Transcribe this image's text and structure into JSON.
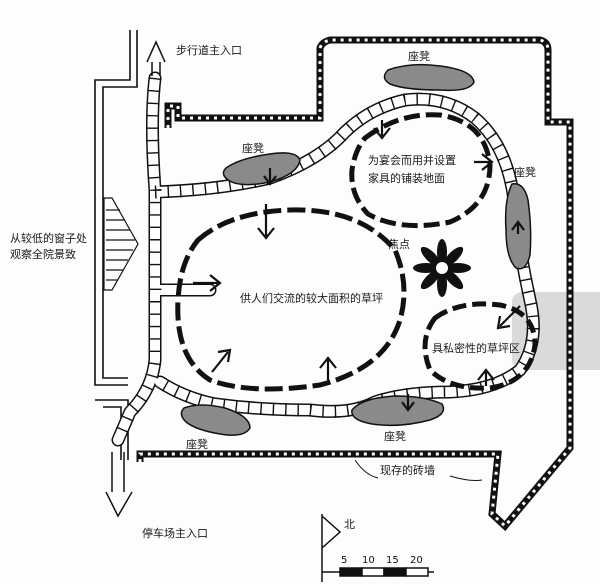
{
  "labels": {
    "top_entrance": "步行道主入口",
    "parking_entrance": "停车场主入口",
    "left_view": [
      "从较低的窗子处",
      "观察全院景致"
    ],
    "paved_area": [
      "为宴会而用并设置",
      "家具的铺装地面"
    ],
    "large_lawn": "供人们交流的较大面积的草坪",
    "focal_point": "焦点",
    "private_lawn": "具私密性的草坪区",
    "existing_wall": "现存的砖墙",
    "north": "北",
    "bench": "座凳"
  },
  "bench_labels": [
    "座凳",
    "座凳",
    "座凳",
    "座凳",
    "座凳"
  ],
  "scale_ticks": [
    "5",
    "10",
    "15",
    "20"
  ]
}
